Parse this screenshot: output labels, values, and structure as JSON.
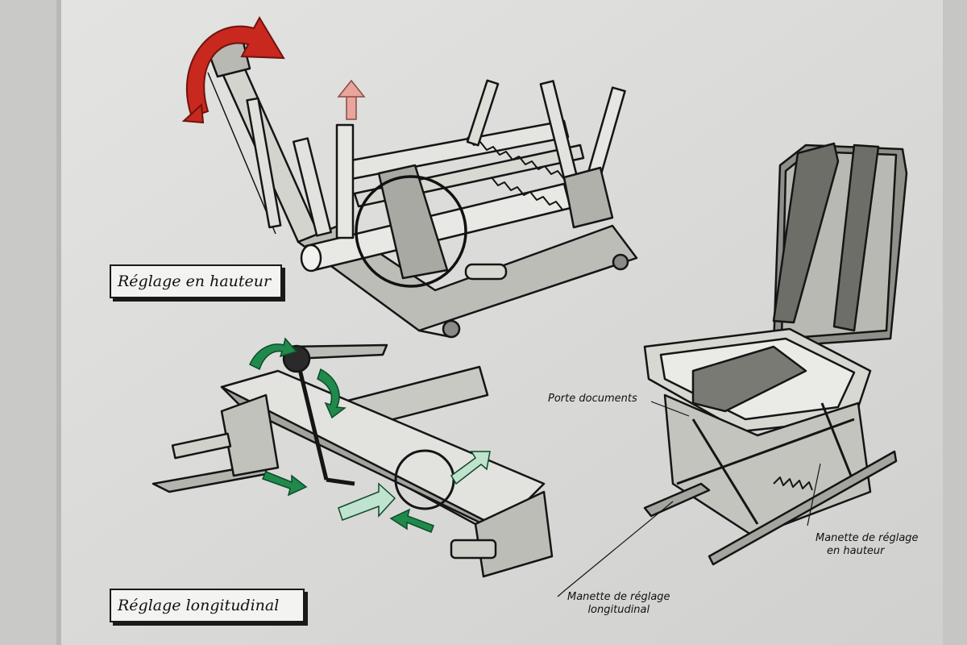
{
  "diagram": {
    "panels": [
      {
        "caption": "Réglage en hauteur"
      },
      {
        "caption": "Réglage longitudinal"
      }
    ],
    "callouts": [
      {
        "lines": [
          "Porte documents"
        ]
      },
      {
        "lines": [
          "Manette de réglage",
          "en hauteur"
        ]
      },
      {
        "lines": [
          "Manette de réglage",
          "longitudinal"
        ]
      }
    ],
    "colors": {
      "paper": "#e6e6e3",
      "ink": "#151515",
      "rotation_arrow": "#c8281e",
      "lift_arrow": "#e8a59c",
      "slide_arrow": "#1f8a4c",
      "slide_arrow_light": "#bfe3cf"
    }
  }
}
